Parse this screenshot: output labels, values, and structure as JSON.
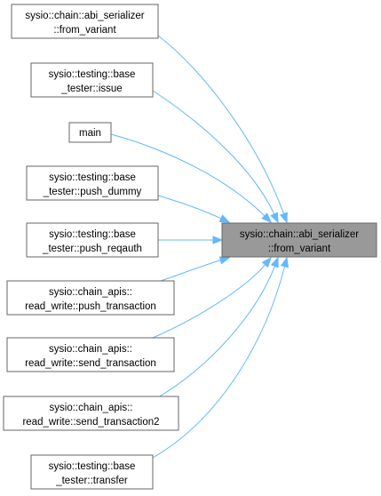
{
  "target": {
    "lines": [
      "sysio::chain::abi_serializer",
      "::from_variant"
    ]
  },
  "callers": [
    {
      "lines": [
        "sysio::chain::abi_serializer",
        "::from_variant"
      ]
    },
    {
      "lines": [
        "sysio::testing::base",
        "_tester::issue"
      ]
    },
    {
      "lines": [
        "main"
      ]
    },
    {
      "lines": [
        "sysio::testing::base",
        "_tester::push_dummy"
      ]
    },
    {
      "lines": [
        "sysio::testing::base",
        "_tester::push_reqauth"
      ]
    },
    {
      "lines": [
        "sysio::chain_apis::",
        "read_write::push_transaction"
      ]
    },
    {
      "lines": [
        "sysio::chain_apis::",
        "read_write::send_transaction"
      ]
    },
    {
      "lines": [
        "sysio::chain_apis::",
        "read_write::send_transaction2"
      ]
    },
    {
      "lines": [
        "sysio::testing::base",
        "_tester::transfer"
      ]
    }
  ],
  "colors": {
    "edge": "#63b8ff",
    "node_border": "#666666",
    "target_fill": "#999999",
    "node_fill": "#ffffff"
  }
}
